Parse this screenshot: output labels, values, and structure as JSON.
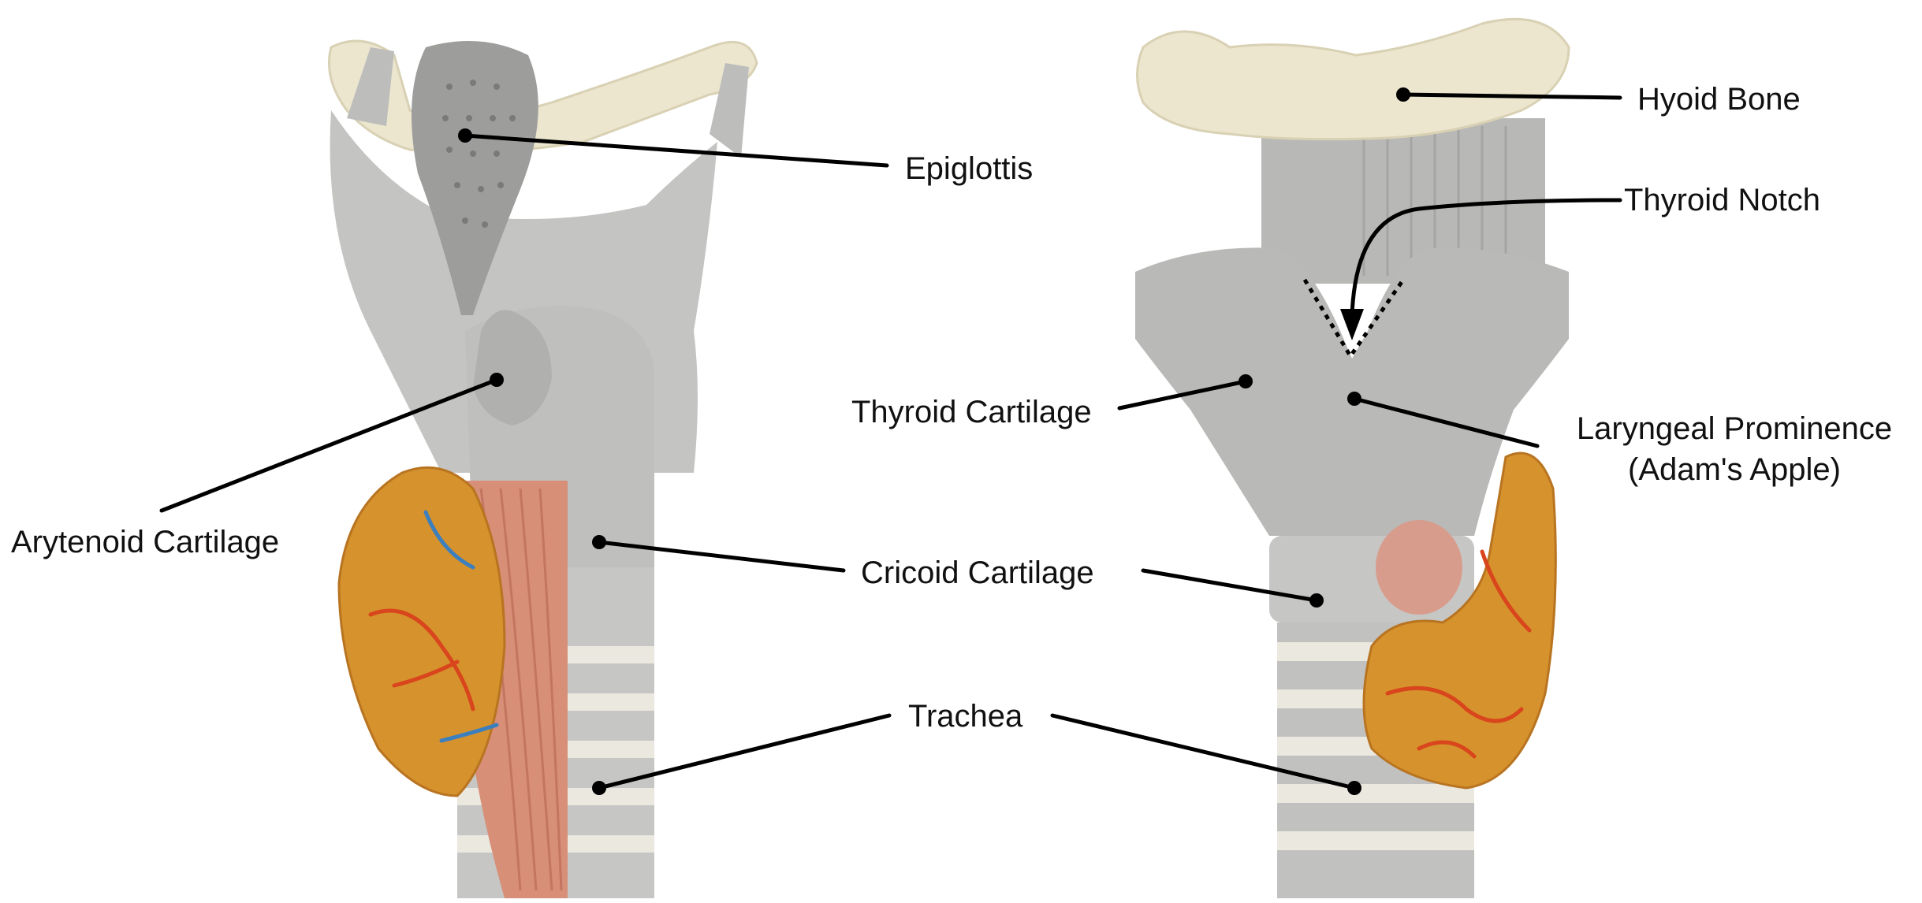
{
  "colors": {
    "cartilage": "#b9b9b7",
    "cartilage_light": "#cfcfcd",
    "cartilage_dark": "#9d9d9b",
    "bone": "#ece6cf",
    "bone_shade": "#d9d1b4",
    "gland": "#d6922c",
    "gland_dark": "#b87420",
    "muscle": "#d78f78",
    "vessel_red": "#d9451c",
    "vessel_blue": "#3b7fbf",
    "ring": "#f2eee4",
    "leader": "#000000"
  },
  "labels": {
    "epiglottis": "Epiglottis",
    "arytenoid": "Arytenoid Cartilage",
    "cricoid": "Cricoid Cartilage",
    "trachea": "Trachea",
    "hyoid": "Hyoid Bone",
    "thyroid_notch": "Thyroid Notch",
    "thyroid_cartilage": "Thyroid Cartilage",
    "laryngeal_prominence_line1": "Laryngeal Prominence",
    "laryngeal_prominence_line2": "(Adam's Apple)"
  }
}
